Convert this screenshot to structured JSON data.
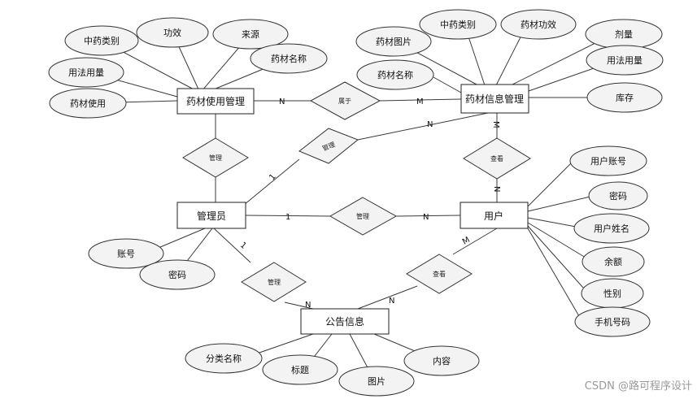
{
  "entities": {
    "e_med_use": "药材使用管理",
    "e_med_info": "药材信息管理",
    "e_admin": "管理员",
    "e_user": "用户",
    "e_notice": "公告信息"
  },
  "relationships": {
    "r_belongs": "属于",
    "r_manage_info": "管理",
    "r_manage_use": "管理",
    "r_view_info": "查看",
    "r_manage_user": "管理",
    "r_manage_notice": "管理",
    "r_view_notice": "查看"
  },
  "attributes": {
    "a_use_category": "中药类别",
    "a_use_effect": "功效",
    "a_use_source": "来源",
    "a_use_name": "药材名称",
    "a_use_dosage": "用法用量",
    "a_use_usage": "药材使用",
    "a_info_image": "药材图片",
    "a_info_category": "中药类别",
    "a_info_effect": "药材功效",
    "a_info_dose": "剂量",
    "a_info_name": "药材名称",
    "a_info_dosage": "用法用量",
    "a_info_stock": "库存",
    "a_admin_account": "账号",
    "a_admin_password": "密码",
    "a_user_account": "用户账号",
    "a_user_password": "密码",
    "a_user_name": "用户姓名",
    "a_user_balance": "余额",
    "a_user_gender": "性别",
    "a_user_phone": "手机号码",
    "a_notice_category": "分类名称",
    "a_notice_title": "标题",
    "a_notice_image": "图片",
    "a_notice_content": "内容"
  },
  "cardinalities": {
    "c1": "N",
    "c2": "M",
    "c3": "N",
    "c4": "1",
    "c5": "M",
    "c6": "N",
    "c7": "1",
    "c8": "N",
    "c9": "1",
    "c10": "N",
    "c11": "M",
    "c12": "N"
  },
  "watermark": "CSDN @路可程序设计"
}
